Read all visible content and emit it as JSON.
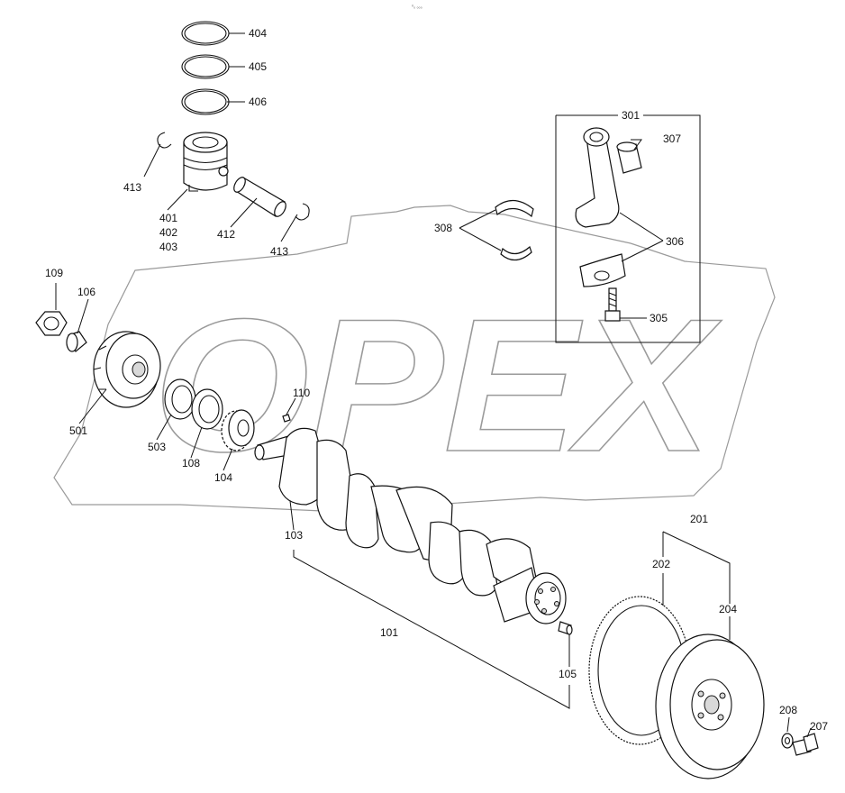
{
  "watermark": {
    "text": "OPEX"
  },
  "corner_mark": "⁰₀ ₀₀₀",
  "labels": {
    "p101": "101",
    "p103": "103",
    "p104": "104",
    "p105": "105",
    "p106": "106",
    "p108": "108",
    "p109": "109",
    "p110": "110",
    "p201": "201",
    "p202": "202",
    "p204": "204",
    "p207": "207",
    "p208": "208",
    "p301": "301",
    "p305": "305",
    "p306": "306",
    "p307": "307",
    "p308": "308",
    "p401": "401",
    "p402": "402",
    "p403": "403",
    "p404": "404",
    "p405": "405",
    "p406": "406",
    "p412": "412",
    "p413a": "413",
    "p413b": "413",
    "p501": "501",
    "p503": "503"
  }
}
